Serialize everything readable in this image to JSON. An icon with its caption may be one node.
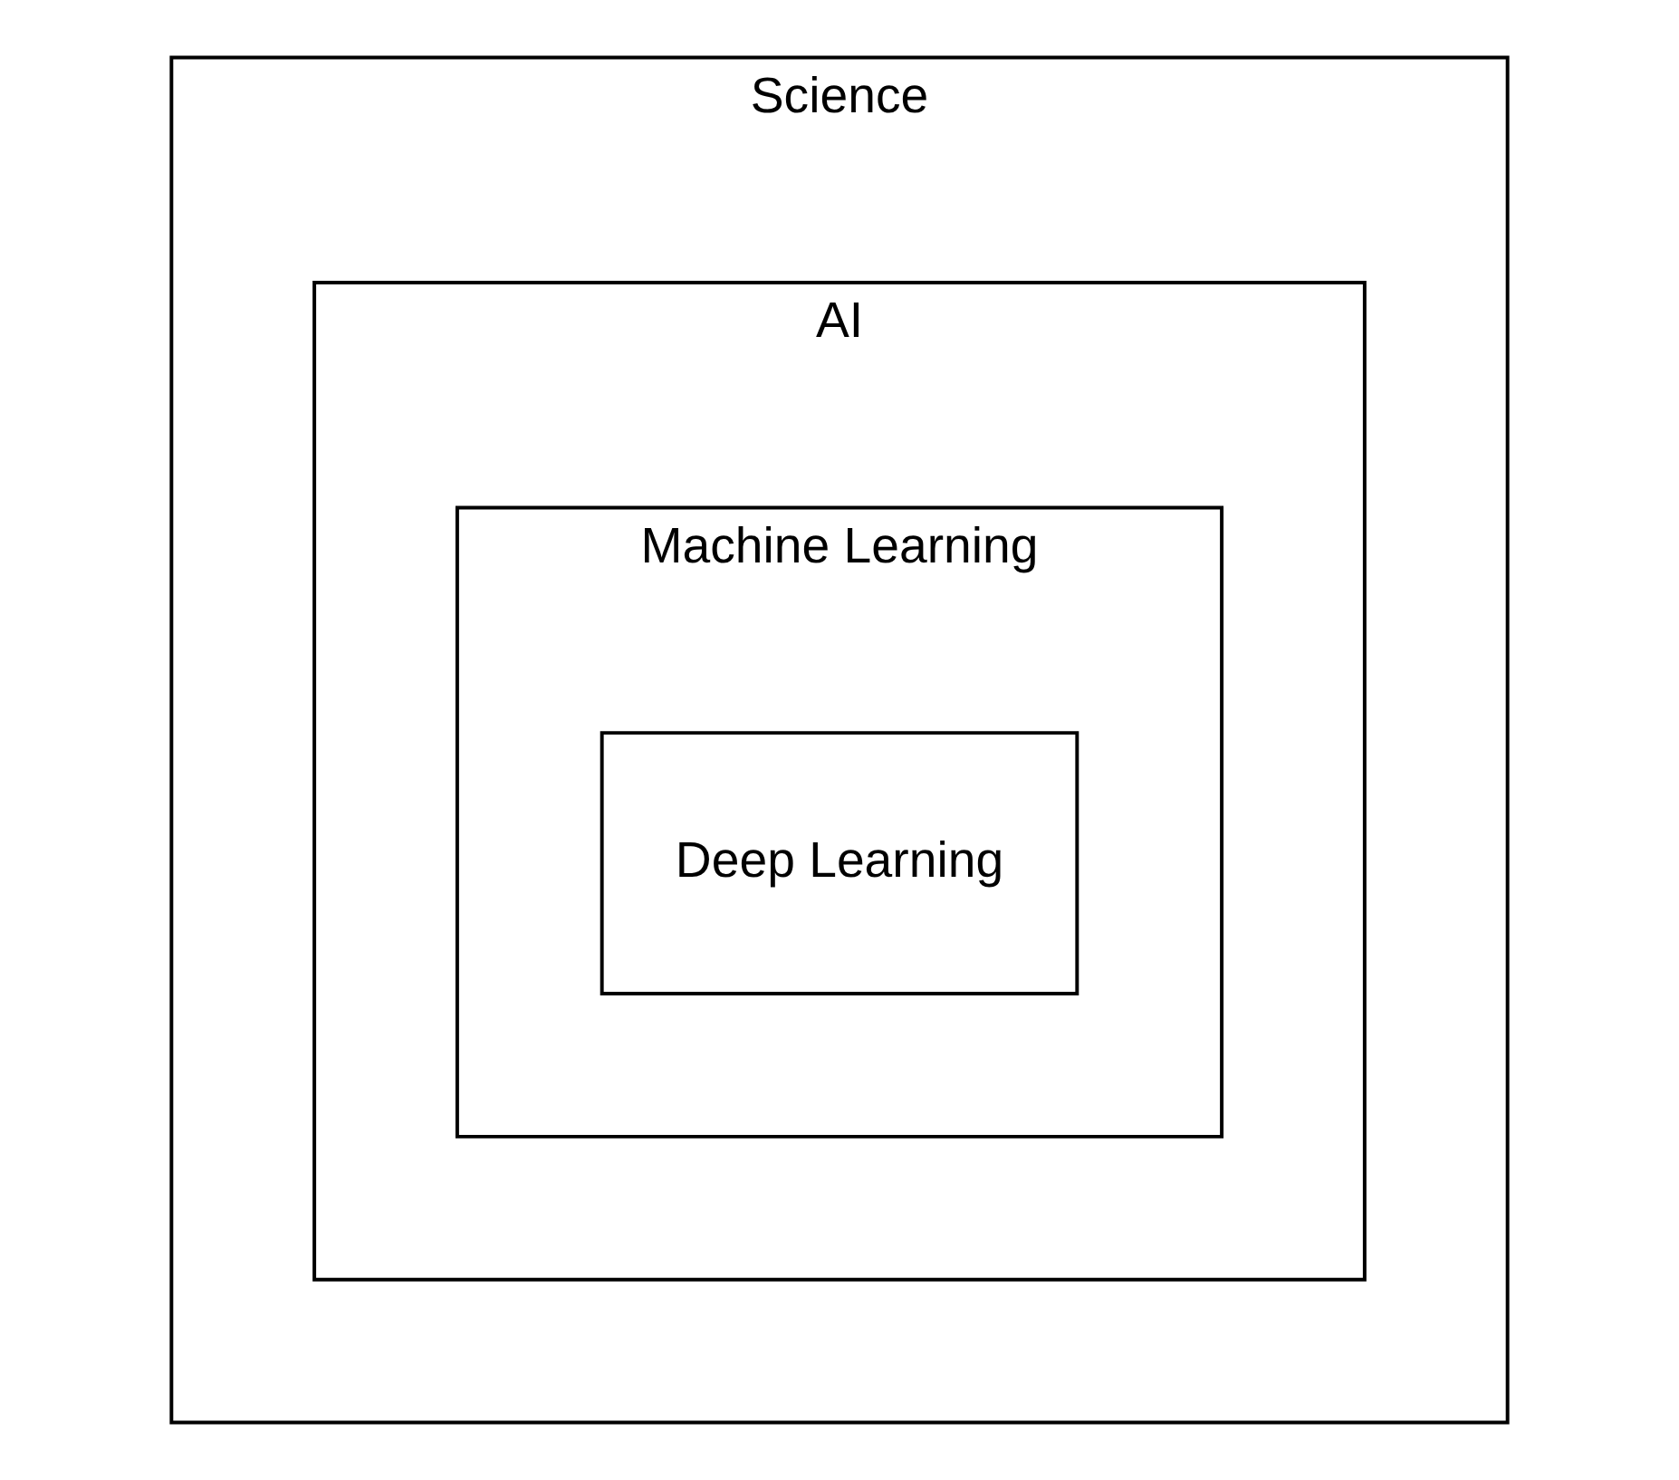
{
  "diagram": {
    "nodes": [
      {
        "text": [
          "Science"
        ]
      },
      {
        "text": [
          "AI"
        ],
        "in": 0
      },
      {
        "text": [
          "Machine Learning"
        ],
        "in": 1
      },
      {
        "text": [
          "Deep Learning"
        ],
        "in": 2
      }
    ]
  }
}
